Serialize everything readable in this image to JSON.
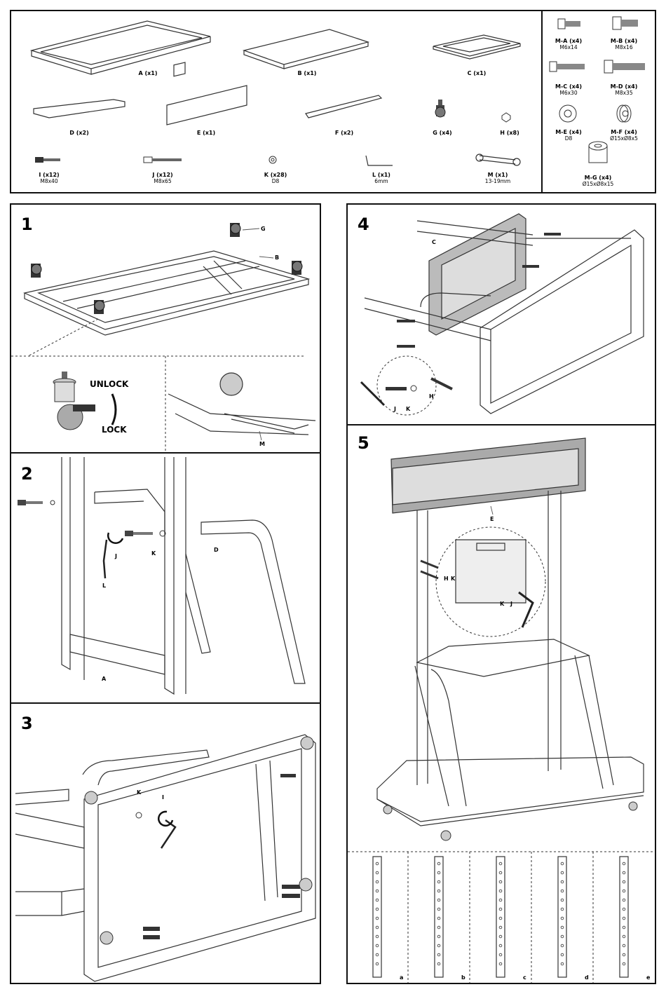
{
  "parts": [
    {
      "label": "A (x1)",
      "spec": ""
    },
    {
      "label": "B (x1)",
      "spec": ""
    },
    {
      "label": "C (x1)",
      "spec": ""
    },
    {
      "label": "D (x2)",
      "spec": ""
    },
    {
      "label": "E (x1)",
      "spec": ""
    },
    {
      "label": "F (x2)",
      "spec": ""
    },
    {
      "label": "G (x4)",
      "spec": ""
    },
    {
      "label": "H (x8)",
      "spec": ""
    },
    {
      "label": "I (x12)",
      "spec": "M8x40"
    },
    {
      "label": "J (x12)",
      "spec": "M8x65"
    },
    {
      "label": "K (x28)",
      "spec": "D8"
    },
    {
      "label": "L (x1)",
      "spec": "6mm"
    },
    {
      "label": "M (x1)",
      "spec": "13-19mm"
    }
  ],
  "extras": [
    {
      "label": "M-A (x4)",
      "spec": "M6x14"
    },
    {
      "label": "M-B (x4)",
      "spec": "M8x16"
    },
    {
      "label": "M-C (x4)",
      "spec": "M6x30"
    },
    {
      "label": "M-D (x4)",
      "spec": "M8x35"
    },
    {
      "label": "M-E (x4)",
      "spec": "D8"
    },
    {
      "label": "M-F (x4)",
      "spec": "Ø15xØ8x5"
    },
    {
      "label": "M-G (x4)",
      "spec": "Ø15xØ8x15"
    }
  ],
  "steps": {
    "s1": {
      "number": "1",
      "callouts": {
        "g": "G",
        "b": "B",
        "m": "M"
      },
      "unlock": "UNLOCK",
      "lock": "LOCK"
    },
    "s2": {
      "number": "2",
      "callouts": {
        "j": "J",
        "k": "K",
        "l": "L",
        "d": "D",
        "a": "A"
      }
    },
    "s3": {
      "number": "3",
      "callouts": {
        "k": "K",
        "i": "I"
      }
    },
    "s4": {
      "number": "4",
      "callouts": {
        "c": "C",
        "j": "J",
        "k": "K",
        "h": "H"
      }
    },
    "s5": {
      "number": "5",
      "callouts": {
        "e": "E",
        "h": "H",
        "k1": "K",
        "k2": "K",
        "j": "J"
      }
    }
  },
  "height_options": [
    "a",
    "b",
    "c",
    "d",
    "e"
  ]
}
